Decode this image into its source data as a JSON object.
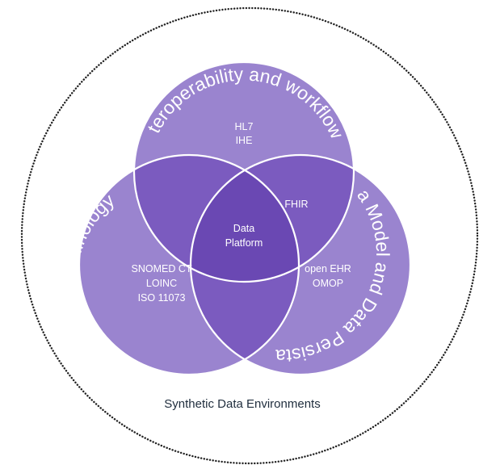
{
  "diagram": {
    "circles": {
      "top": {
        "arc_title": "Interoperability and workflows",
        "items": [
          "HL7",
          "IHE"
        ]
      },
      "left": {
        "arc_title": "Clinical Terminology",
        "items": [
          "SNOMED CT",
          "LOINC",
          "ISO 11073"
        ]
      },
      "right": {
        "arc_title": "Data Model and Data Persistance",
        "items": [
          "open EHR",
          "OMOP"
        ]
      }
    },
    "intersections": {
      "top_right": "FHIR",
      "center": [
        "Data",
        "Platform"
      ]
    },
    "outer_label": "Synthetic Data Environments"
  },
  "colors": {
    "circle_fill": "#9a84cf",
    "overlap_fill": "#7b5bbf",
    "center_fill": "#6a48b3",
    "circle_stroke": "#ffffff",
    "outer_border": "#222222",
    "footer_text": "#1f2d3d"
  }
}
